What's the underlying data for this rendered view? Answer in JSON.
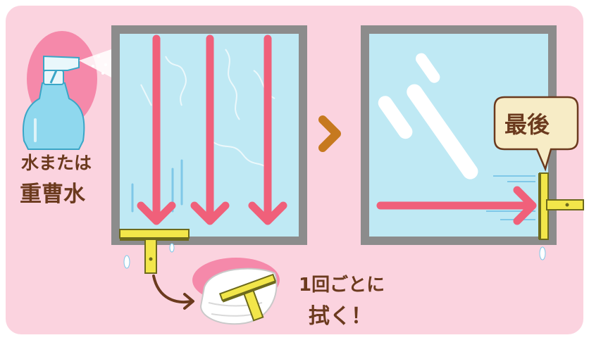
{
  "labels": {
    "spray_line1": "水または",
    "spray_line2": "重曹水",
    "last_bubble": "最後",
    "wipe_line1": "1回ごとに",
    "wipe_line2": "拭く！"
  },
  "colors": {
    "background": "#fbd3df",
    "glass": "#bfe9f4",
    "frame": "#8c8c8c",
    "arrow": "#f0607a",
    "squeegee": "#f2e64a",
    "text": "#6b3a1e",
    "step_arrow": "#c6791f",
    "bubble": "#f7ecc6",
    "cloth": "#ffffff",
    "spray_bottle": "#8fd8ee"
  },
  "icons": [
    "spray-bottle-icon",
    "squeegee-icon",
    "cloth-icon",
    "step-arrow-icon"
  ]
}
